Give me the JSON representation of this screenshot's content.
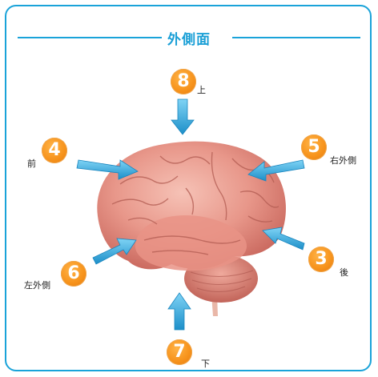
{
  "title": "外側面",
  "colors": {
    "frame": "#1aa3d9",
    "badge": "#f7941d",
    "arrow": "#3cb3e8",
    "brain": "#e89a8f"
  },
  "views": [
    {
      "number": "8",
      "label": "上"
    },
    {
      "number": "4",
      "label": "前"
    },
    {
      "number": "5",
      "label": "右外側"
    },
    {
      "number": "6",
      "label": "左外側"
    },
    {
      "number": "3",
      "label": "後"
    },
    {
      "number": "7",
      "label": "下"
    }
  ]
}
